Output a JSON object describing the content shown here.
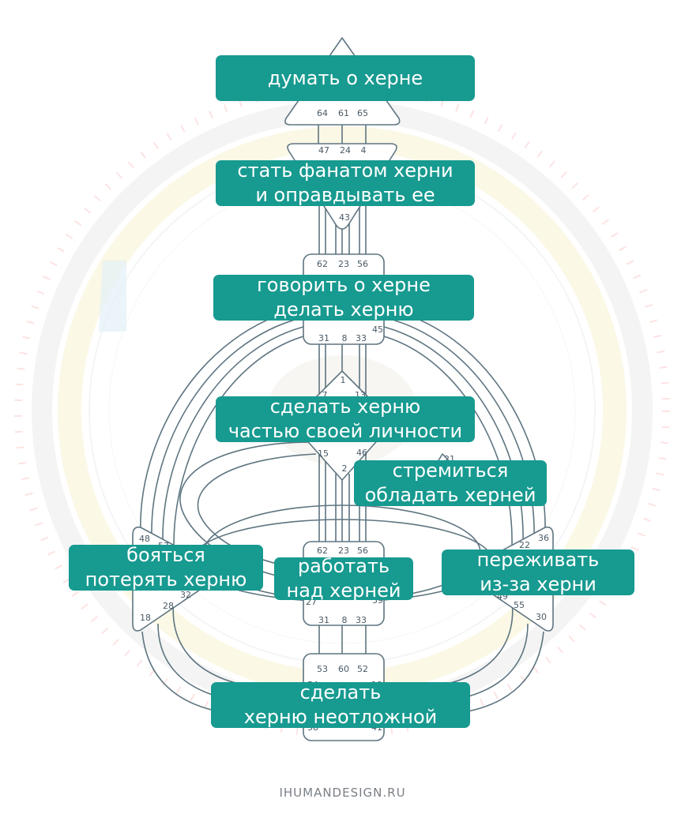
{
  "labels": {
    "head": "думать о херне",
    "ajna": "стать фанатом херни\nи оправдывать ее",
    "throat": "говорить о херне\nделать херню",
    "g_center": "сделать херню\nчастью своей личности",
    "ego": "стремиться\nобладать херней",
    "spleen": "бояться\nпотерять херню",
    "sacral": "работать\nнад херней",
    "solar_plexus": "переживать\nиз-за херни",
    "root": "сделать\nхерню неотложной"
  },
  "gates": {
    "g64": "64",
    "g61": "61",
    "g65": "65",
    "g47": "47",
    "g24": "24",
    "g4": "4",
    "g43": "43",
    "g62": "62",
    "g23": "23",
    "g56": "56",
    "g45": "45",
    "g31": "31",
    "g8": "8",
    "g33": "33",
    "g1": "1",
    "g7": "7",
    "g13": "13",
    "g15": "15",
    "g46": "46",
    "g2": "2",
    "g21": "21",
    "g48": "48",
    "g57": "57",
    "g32": "32",
    "g28": "28",
    "g18": "18",
    "s62": "62",
    "s23": "23",
    "s56": "56",
    "g27": "27",
    "g59": "59",
    "s31": "31",
    "s8": "8",
    "s33": "33",
    "g36": "36",
    "g22": "22",
    "g55": "55",
    "g30": "30",
    "g49": "49",
    "g53": "53",
    "g60": "60",
    "g52": "52",
    "g54": "54",
    "g19": "19",
    "g58": "58",
    "g41": "41"
  },
  "watermark": "IHUMANDESIGN.RU",
  "colors": {
    "label_bg": "#179a90",
    "label_text": "#ffffff",
    "line": "#5e7580",
    "center_fill": "#ffffff"
  }
}
